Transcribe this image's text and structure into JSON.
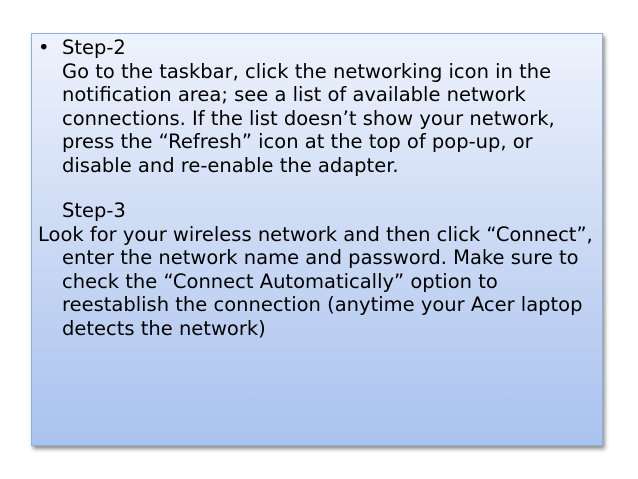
{
  "content": {
    "step2_label": "Step-2",
    "step2_text": "Go to the taskbar, click the networking icon in the notification area; see a list of available network connections. If the list doesn’t show your network, press the “Refresh” icon at the top of pop-up, or disable and re-enable the adapter.",
    "step3_label": "Step-3",
    "step3_text": "Look for your wireless network and then click “Connect”, enter the network name and password. Make sure to check the “Connect Automatically” option to reestablish the connection (anytime your Acer laptop detects the network)",
    "bullet": "•"
  }
}
